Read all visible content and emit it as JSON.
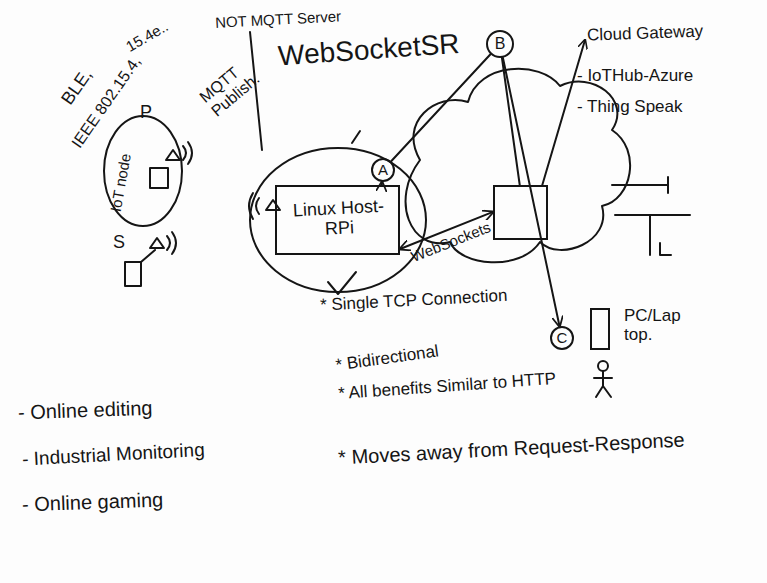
{
  "diagram": {
    "nodes": [
      {
        "text": [
          "IoT node"
        ]
      },
      {
        "text": [
          "A"
        ]
      },
      {
        "text": [
          "B"
        ]
      },
      {
        "text": [
          "Linux Host-RPi"
        ]
      },
      {
        "text": [
          "Cloud Gateway",
          "- IoTHub-Azure",
          "- Thing Speak"
        ]
      },
      {
        "text": [
          "C"
        ]
      },
      {
        "text": [
          "PC/Lap top."
        ]
      }
    ],
    "edges": [
      {
        "from": 3,
        "to": 1,
        "arrow": "to"
      },
      {
        "from": 2,
        "to": 1,
        "arrow": "none"
      },
      {
        "from": 2,
        "to": 4,
        "arrow": "none"
      },
      {
        "from": 2,
        "to": 5,
        "arrow": "to"
      },
      {
        "from": 3,
        "to": 4,
        "label": "WebSockets",
        "arrow": "both"
      }
    ],
    "labels": [
      "BLE,",
      "IEEE 802.15.4,",
      "15.4e..",
      "P",
      "MQTT Publish.",
      "NOT MQTT Server",
      "WebSocketSR",
      "S",
      "* Single TCP Connection",
      "* Bidirectional",
      "* All benefits Similar to HTTP",
      "* Moves away from Request-Response",
      "- Online editing",
      "- Industrial Monitoring",
      "- Online gaming"
    ]
  }
}
